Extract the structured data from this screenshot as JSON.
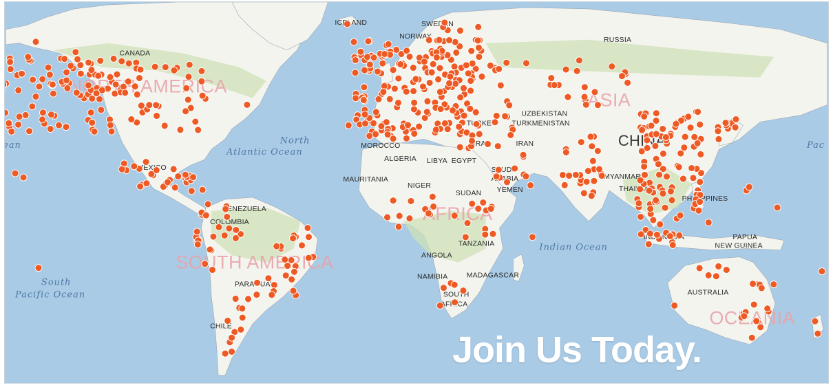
{
  "map": {
    "colors": {
      "ocean": "#a9cbe6",
      "land": "#f4f4ef",
      "forest": "#cfe2b8",
      "marker": "#ee5a24",
      "continent_label": "#e9a3aa"
    },
    "continent_labels": [
      "NORTH AMERICA",
      "SOUTH AMERICA",
      "AFRICA",
      "ASIA",
      "OCEANIA"
    ],
    "ocean_labels": {
      "north_atlantic": [
        "North",
        "Atlantic Ocean"
      ],
      "indian": "Indian Ocean",
      "south_pacific": [
        "South",
        "Pacific Ocean"
      ],
      "left_edge": "ean",
      "right_edge": "Pac"
    },
    "country_labels": {
      "canada": "CANADA",
      "iceland": "ICELAND",
      "sweden": "SWEDEN",
      "norway": "NORWAY",
      "russia": "RUSSIA",
      "mexico": "MEXICO",
      "venezuela": "VENEZUELA",
      "colombia": "COLOMBIA",
      "paraguay": "PARAGUAY",
      "chile": "CHILE",
      "morocco": "MOROCCO",
      "algeria": "ALGERIA",
      "libya": "LIBYA",
      "egypt": "EGYPT",
      "mauritania": "MAURITANIA",
      "niger": "NIGER",
      "sudan": "SUDAN",
      "tanzania": "TANZANIA",
      "angola": "ANGOLA",
      "namibia": "NAMIBIA",
      "south_africa": [
        "SOUTH",
        "AFRICA"
      ],
      "madagascar": "MADAGASCAR",
      "turkey": "TURKEY",
      "iraq": "IRAQ",
      "iran": "IRAN",
      "saudi_arabia": [
        "SAUDI",
        "ARABIA"
      ],
      "yemen": "YEMEN",
      "uzbekistan": "UZBEKISTAN",
      "turkmenistan": "TURKMENISTAN",
      "china": "CHINA",
      "myanmar": "MYANMAR",
      "thailand": "THAILAND",
      "philippines": "PHILIPPINES",
      "indonesia": "INDONESIA",
      "papua_new_guinea": [
        "PAPUA",
        "NEW GUINEA"
      ],
      "australia": "AUSTRALIA"
    },
    "cta": "Join Us Today."
  }
}
